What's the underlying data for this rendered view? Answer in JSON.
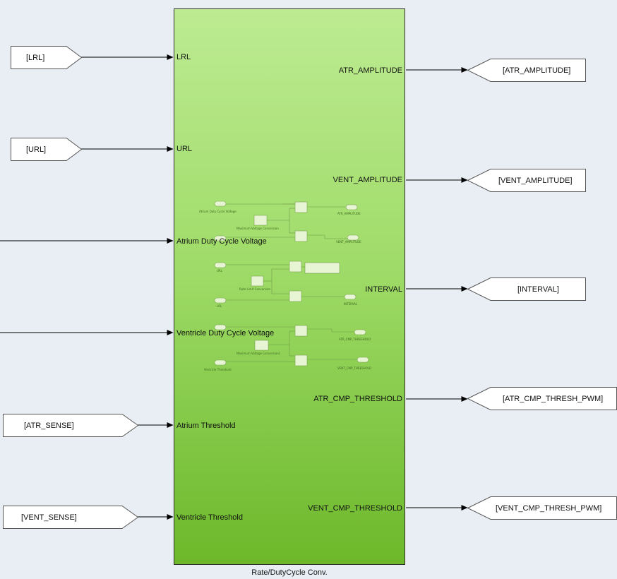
{
  "subsystem": {
    "name": "Rate/DutyCycle Conv.",
    "inputs": [
      "LRL",
      "URL",
      "Atrium Duty Cycle Voltage",
      "Ventricle Duty Cycle Voltage",
      "Atrium Threshold",
      "Ventricle Threshold"
    ],
    "outputs": [
      "ATR_AMPLITUDE",
      "VENT_AMPLITUDE",
      "INTERVAL",
      "ATR_CMP_THRESHOLD",
      "VENT_CMP_THRESHOLD"
    ]
  },
  "from_tags": [
    "[LRL]",
    "[URL]",
    "[ATR_SENSE]",
    "[VENT_SENSE]"
  ],
  "goto_tags": [
    "[ATR_AMPLITUDE]",
    "[VENT_AMPLITUDE]",
    "[INTERVAL]",
    "[ATR_CMP_THRESH_PWM]",
    "[VENT_CMP_THRESH_PWM]"
  ],
  "preview": {
    "inports": [
      "Atrium Duty Cycle Voltage",
      "URL",
      "LRL",
      "Ventricle Threshold"
    ],
    "constants": [
      "Maximum Voltage Conversion",
      "Rate Limit Conversion",
      "Maximum Voltage Conversion1"
    ],
    "outports": [
      "ATR_AMPLITUDE",
      "VENT_AMPLITUDE",
      "INTERVAL",
      "ATR_CMP_THRESHOLD",
      "VENT_CMP_THRESHOLD"
    ]
  },
  "colors": {
    "background": "#e8eef4",
    "block_top": "#bdeb92",
    "block_bottom": "#6cb82a",
    "line": "#000000"
  }
}
